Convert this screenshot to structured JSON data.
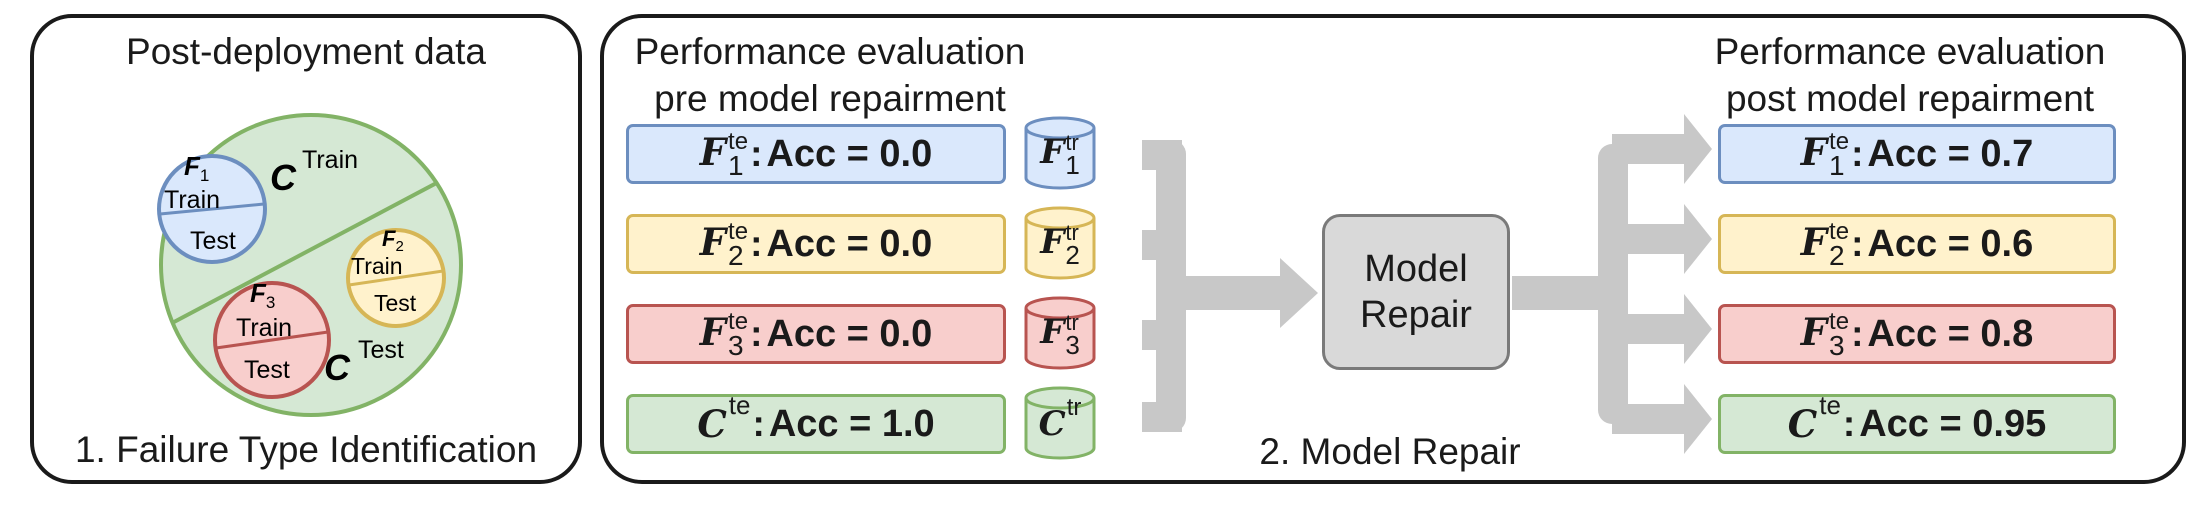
{
  "left_panel": {
    "title": "Post-deployment data",
    "caption": "1. Failure Type Identification",
    "circle": {
      "c_train": {
        "sym": "C",
        "sup": "Train"
      },
      "c_test": {
        "sym": "C",
        "sup": "Test"
      },
      "f1": {
        "sym": "F",
        "sub": "1",
        "train": "Train",
        "test": "Test"
      },
      "f2": {
        "sym": "F",
        "sub": "2",
        "train": "Train",
        "test": "Test"
      },
      "f3": {
        "sym": "F",
        "sub": "3",
        "train": "Train",
        "test": "Test"
      }
    }
  },
  "right_panel": {
    "pre_title_line1": "Performance evaluation",
    "pre_title_line2": "pre model repairment",
    "post_title_line1": "Performance evaluation",
    "post_title_line2": "post model repairment",
    "caption": "2. Model Repair",
    "model_repair_line1": "Model",
    "model_repair_line2": "Repair",
    "pre_rows": [
      {
        "sym": "F",
        "sub": "1",
        "sup": "te",
        "acc": "Acc = 0.0",
        "color": "#dae8fc"
      },
      {
        "sym": "F",
        "sub": "2",
        "sup": "te",
        "acc": "Acc = 0.0",
        "color": "#fff2cc"
      },
      {
        "sym": "F",
        "sub": "3",
        "sup": "te",
        "acc": "Acc = 0.0",
        "color": "#f8cecc"
      },
      {
        "sym": "C",
        "sub": "",
        "sup": "te",
        "acc": "Acc = 1.0",
        "color": "#d5e8d4"
      }
    ],
    "cylinders": [
      {
        "sym": "F",
        "sub": "1",
        "sup": "tr"
      },
      {
        "sym": "F",
        "sub": "2",
        "sup": "tr"
      },
      {
        "sym": "F",
        "sub": "3",
        "sup": "tr"
      },
      {
        "sym": "C",
        "sub": "",
        "sup": "tr"
      }
    ],
    "post_rows": [
      {
        "sym": "F",
        "sub": "1",
        "sup": "te",
        "acc": "Acc = 0.7",
        "color": "#dae8fc"
      },
      {
        "sym": "F",
        "sub": "2",
        "sup": "te",
        "acc": "Acc = 0.6",
        "color": "#fff2cc"
      },
      {
        "sym": "F",
        "sub": "3",
        "sup": "te",
        "acc": "Acc = 0.8",
        "color": "#f8cecc"
      },
      {
        "sym": "C",
        "sub": "",
        "sup": "te",
        "acc": "Acc = 0.95",
        "color": "#d5e8d4"
      }
    ]
  }
}
